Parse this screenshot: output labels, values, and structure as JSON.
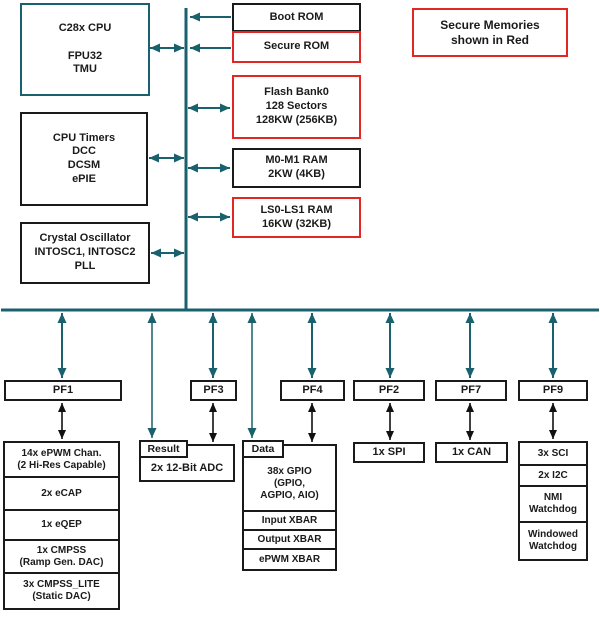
{
  "colors": {
    "teal": "#19616d",
    "red": "#e12724",
    "black": "#1a1a1a"
  },
  "legend": {
    "label": "Secure Memories\nshown in Red"
  },
  "cpu": {
    "c28x": "C28x CPU\n\nFPU32\nTMU",
    "timers": "CPU Timers\nDCC\nDCSM\nePIE",
    "crystal": "Crystal Oscillator\nINTOSC1, INTOSC2\nPLL"
  },
  "memory": {
    "boot_rom": "Boot ROM",
    "secure_rom": "Secure ROM",
    "flash": "Flash Bank0\n128 Sectors\n128KW (256KB)",
    "m0m1": "M0-M1 RAM\n2KW (4KB)",
    "ls0ls1": "LS0-LS1 RAM\n16KW (32KB)"
  },
  "pf": {
    "pf1": "PF1",
    "pf3": "PF3",
    "pf4": "PF4",
    "pf2": "PF2",
    "pf7": "PF7",
    "pf9": "PF9"
  },
  "peripherals": {
    "pf1_rows": [
      "14x ePWM Chan.\n(2 Hi-Res Capable)",
      "2x eCAP",
      "1x eQEP",
      "1x CMPSS\n(Ramp Gen. DAC)",
      "3x CMPSS_LITE\n(Static DAC)"
    ],
    "adc": {
      "tab": "Result",
      "label": "2x 12-Bit ADC"
    },
    "gpio": {
      "tab": "Data",
      "rows": [
        "38x GPIO\n(GPIO,\nAGPIO, AIO)",
        "Input XBAR",
        "Output XBAR",
        "ePWM XBAR"
      ]
    },
    "spi": "1x SPI",
    "can": "1x CAN",
    "pf9_rows": [
      "3x SCI",
      "2x I2C",
      "NMI\nWatchdog",
      "Windowed\nWatchdog"
    ]
  }
}
